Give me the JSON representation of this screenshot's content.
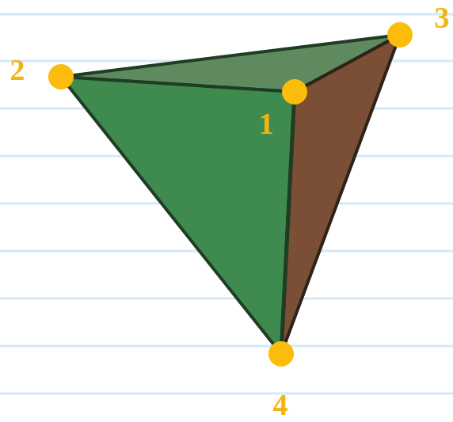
{
  "diagram": {
    "labels": [
      "3",
      "2",
      "1",
      "4"
    ]
  }
}
